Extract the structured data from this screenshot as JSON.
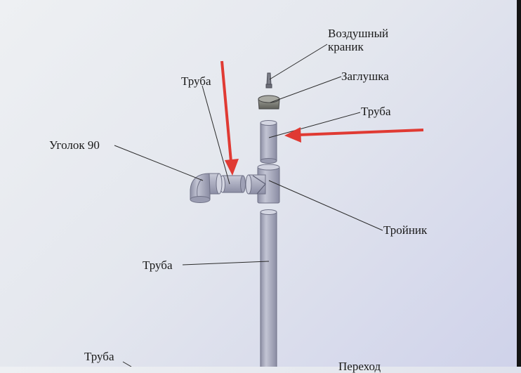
{
  "labels": {
    "air_valve_line1": "Воздушный",
    "air_valve_line2": "краник",
    "cap": "Заглушка",
    "pipe_top_right": "Труба",
    "pipe_top_left": "Труба",
    "elbow": "Уголок 90",
    "tee": "Тройник",
    "pipe_middle": "Труба",
    "pipe_bottom_left": "Труба",
    "transition_partial": "Переход"
  },
  "colors": {
    "arrow": "#e03a33",
    "pipe_fill": "#a9abbe",
    "pipe_stroke": "#6f7186",
    "leader": "#2a2a2a"
  }
}
